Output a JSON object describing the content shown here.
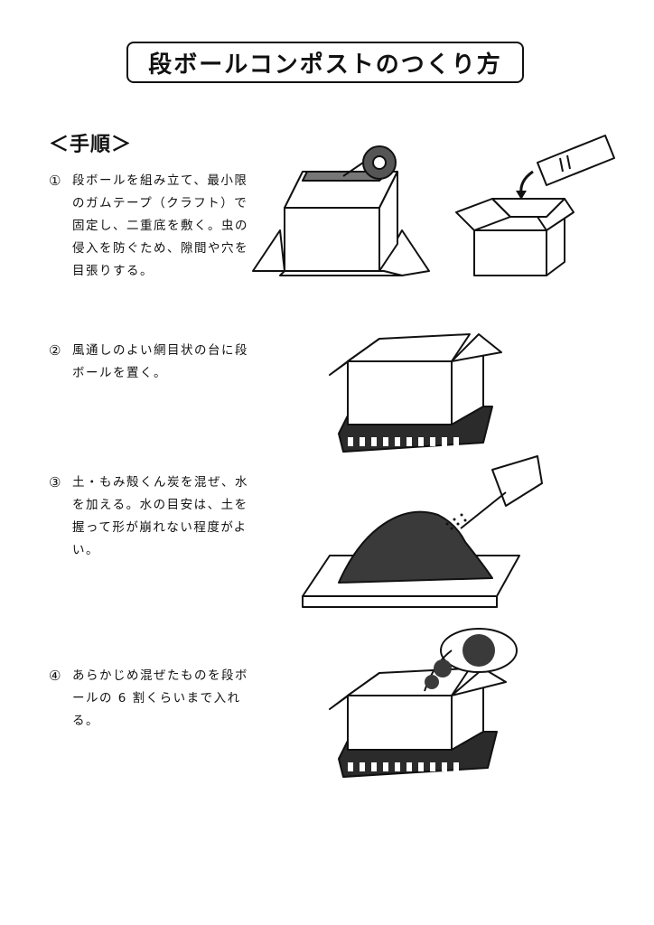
{
  "title": "段ボールコンポストのつくり方",
  "section_heading": "＜手順＞",
  "steps": [
    {
      "num": "①",
      "text": "段ボールを組み立て、最小限のガムテープ（クラフト）で固定し、二重底を敷く。虫の侵入を防ぐため、隙間や穴を目張りする。"
    },
    {
      "num": "②",
      "text": "風通しのよい網目状の台に段ボールを置く。"
    },
    {
      "num": "③",
      "text": "土・もみ殻くん炭を混ぜ、水を加える。水の目安は、土を握って形が崩れない程度がよい。"
    },
    {
      "num": "④",
      "text": "あらかじめ混ぜたものを段ボールの 6 割くらいまで入れる。"
    }
  ],
  "illustrations": {
    "step1_box_taping": "box-with-tape-roll",
    "step1_double_bottom": "cardboard-sheet-into-box",
    "step2_box_on_rack": "box-on-mesh-stand",
    "step3_mixing_soil": "watering-can-over-soil-tray",
    "step4_filling_box": "pouring-soil-into-box"
  },
  "colors": {
    "line": "#111111",
    "fill_dark": "#2b2b2b",
    "fill_soil": "#3a3a3a",
    "paper": "#ffffff"
  }
}
